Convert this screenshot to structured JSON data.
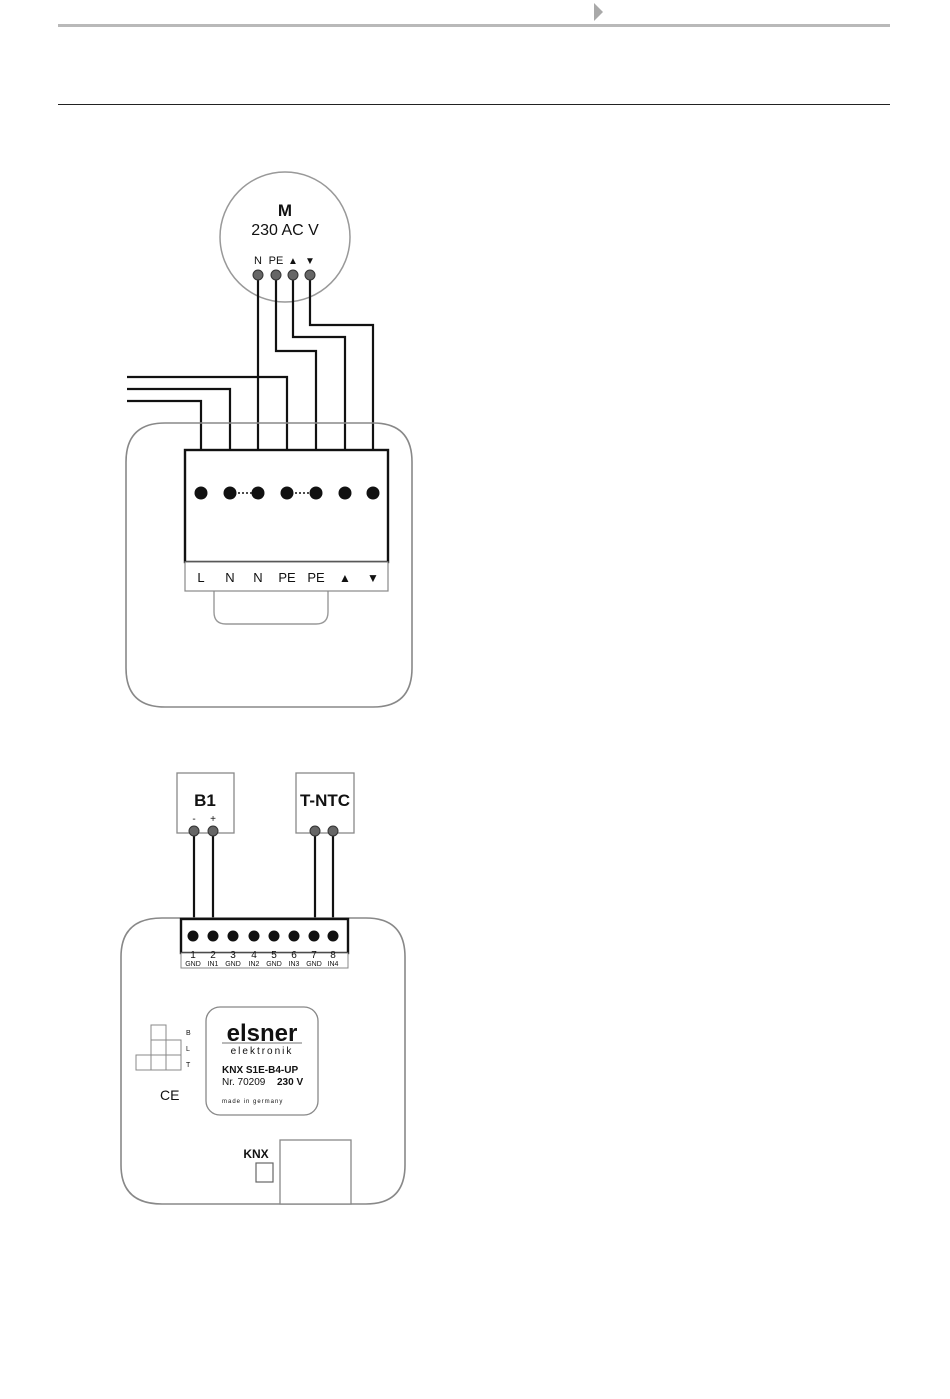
{
  "header": {
    "arrow": "triangle-right-icon"
  },
  "motor": {
    "symbol": "M",
    "voltage": "230 AC V",
    "terminals": [
      "N",
      "PE",
      "▲",
      "▼"
    ]
  },
  "actuator": {
    "terminals": [
      "L",
      "N",
      "N",
      "PE",
      "PE",
      "▲",
      "▼"
    ]
  },
  "sensor_b1": {
    "title": "B1",
    "minus": "-",
    "plus": "+"
  },
  "sensor_tntc": {
    "title": "T-NTC"
  },
  "input_block": {
    "numbers": [
      "1",
      "2",
      "3",
      "4",
      "5",
      "6",
      "7",
      "8"
    ],
    "labels": [
      "GND",
      "IN1",
      "GND",
      "IN2",
      "GND",
      "IN3",
      "GND",
      "IN4"
    ]
  },
  "led_labels": [
    "B",
    "L",
    "T"
  ],
  "ce_mark": "CE",
  "knx_logo": "KNX",
  "label": {
    "brand": "elsner",
    "brand_sub": "elektronik",
    "model": "KNX S1E-B4-UP",
    "nr_label": "Nr. 70209",
    "voltage": "230 V",
    "made": "made in germany"
  }
}
